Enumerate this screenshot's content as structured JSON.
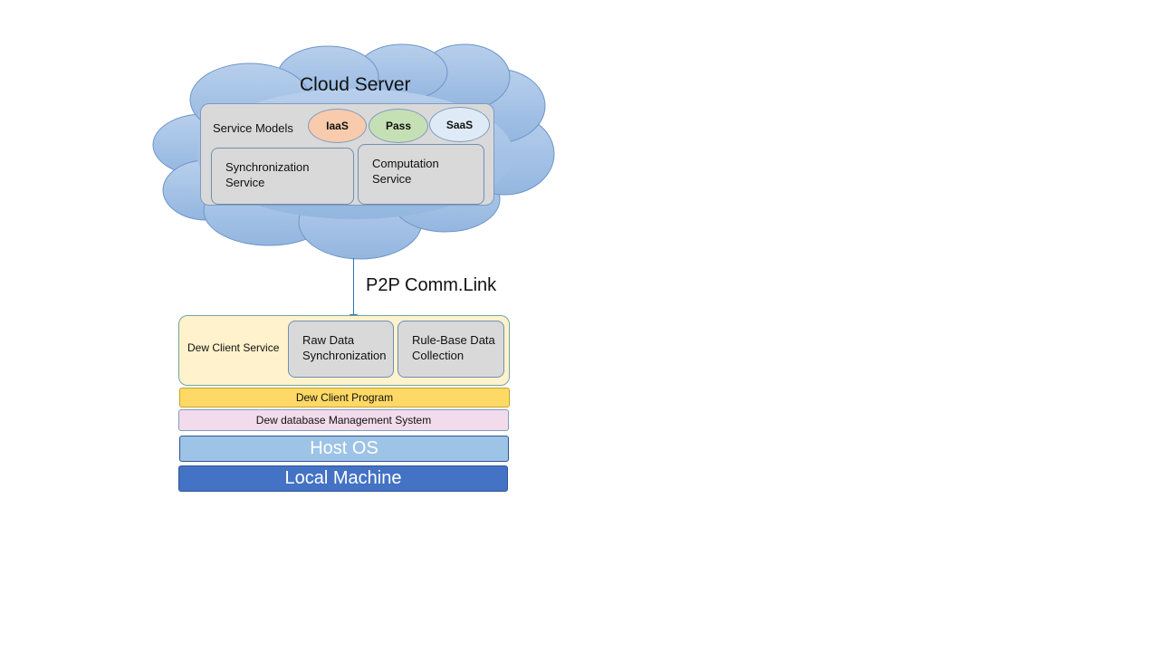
{
  "cloud": {
    "title": "Cloud Server",
    "service_models_label": "Service Models",
    "models": [
      "IaaS",
      "Pass",
      "SaaS"
    ],
    "sync_service": [
      "Synchronization",
      "Service"
    ],
    "computation_service": [
      "Computation",
      "Service"
    ]
  },
  "link": {
    "label": "P2P Comm.Link"
  },
  "client": {
    "service_label": "Dew Client Service",
    "raw_data": [
      "Raw Data",
      "Synchronization"
    ],
    "rule_base": [
      "Rule-Base Data",
      "Collection"
    ],
    "program": "Dew Client Program",
    "dbms": "Dew database Management System",
    "host_os": "Host OS",
    "local_machine": "Local Machine"
  },
  "colors": {
    "cloud_fill_top": "#b4cceb",
    "cloud_fill_bottom": "#8fb4e0",
    "cloud_stroke": "#6f95c8",
    "iaas": "#f8cbad",
    "pass": "#c5e0b4",
    "saas": "#deebf7",
    "client_service_bg": "#fff2cc",
    "program_bar": "#ffd966",
    "dbms_bar": "#f2dcec",
    "host_os_bar": "#9dc3e6",
    "local_machine_bar": "#4472c4",
    "arrow": "#2e75b6"
  }
}
